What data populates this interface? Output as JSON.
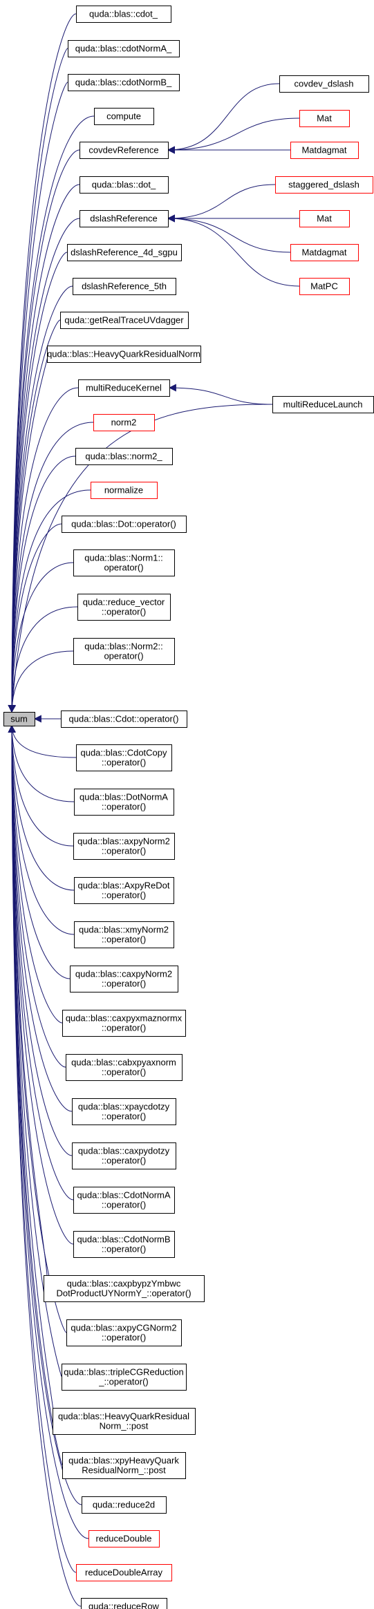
{
  "colors": {
    "edge": "#191970",
    "node_border": "#000000",
    "truncated_border": "#ff0000",
    "root_fill": "#bfbfbf",
    "node_fill": "#ffffff"
  },
  "root": {
    "id": "sum",
    "label": "sum"
  },
  "nodes": [
    {
      "id": "cdot",
      "lines": [
        "quda::blas::cdot_"
      ],
      "truncated": false
    },
    {
      "id": "cdotNormA",
      "lines": [
        "quda::blas::cdotNormA_"
      ],
      "truncated": false
    },
    {
      "id": "cdotNormB",
      "lines": [
        "quda::blas::cdotNormB_"
      ],
      "truncated": false
    },
    {
      "id": "compute",
      "lines": [
        "compute"
      ],
      "truncated": false
    },
    {
      "id": "covdevReference",
      "lines": [
        "covdevReference"
      ],
      "truncated": false
    },
    {
      "id": "dot",
      "lines": [
        "quda::blas::dot_"
      ],
      "truncated": false
    },
    {
      "id": "dslashReference",
      "lines": [
        "dslashReference"
      ],
      "truncated": false
    },
    {
      "id": "dslash4d",
      "lines": [
        "dslashReference_4d_sgpu"
      ],
      "truncated": false
    },
    {
      "id": "dslash5th",
      "lines": [
        "dslashReference_5th"
      ],
      "truncated": false
    },
    {
      "id": "getRealTrace",
      "lines": [
        "quda::getRealTraceUVdagger"
      ],
      "truncated": false
    },
    {
      "id": "hqResidualNorm",
      "lines": [
        "quda::blas::HeavyQuarkResidualNorm"
      ],
      "truncated": false
    },
    {
      "id": "multiReduceKernel",
      "lines": [
        "multiReduceKernel"
      ],
      "truncated": false
    },
    {
      "id": "norm2",
      "lines": [
        "norm2"
      ],
      "truncated": true
    },
    {
      "id": "blasNorm2",
      "lines": [
        "quda::blas::norm2_"
      ],
      "truncated": false
    },
    {
      "id": "normalize",
      "lines": [
        "normalize"
      ],
      "truncated": true
    },
    {
      "id": "dotOp",
      "lines": [
        "quda::blas::Dot::operator()"
      ],
      "truncated": false
    },
    {
      "id": "norm1Op",
      "lines": [
        "quda::blas::Norm1::",
        "operator()"
      ],
      "truncated": false
    },
    {
      "id": "reduceVectorOp",
      "lines": [
        "quda::reduce_vector",
        "::operator()"
      ],
      "truncated": false
    },
    {
      "id": "norm2Op",
      "lines": [
        "quda::blas::Norm2::",
        "operator()"
      ],
      "truncated": false
    },
    {
      "id": "cdotOp",
      "lines": [
        "quda::blas::Cdot::operator()"
      ],
      "truncated": false
    },
    {
      "id": "cdotCopyOp",
      "lines": [
        "quda::blas::CdotCopy",
        "::operator()"
      ],
      "truncated": false
    },
    {
      "id": "dotNormAOp",
      "lines": [
        "quda::blas::DotNormA",
        "::operator()"
      ],
      "truncated": false
    },
    {
      "id": "axpyNorm2Op",
      "lines": [
        "quda::blas::axpyNorm2",
        "::operator()"
      ],
      "truncated": false
    },
    {
      "id": "axpyReDotOp",
      "lines": [
        "quda::blas::AxpyReDot",
        "::operator()"
      ],
      "truncated": false
    },
    {
      "id": "xmyNorm2Op",
      "lines": [
        "quda::blas::xmyNorm2",
        "::operator()"
      ],
      "truncated": false
    },
    {
      "id": "caxpyNorm2Op",
      "lines": [
        "quda::blas::caxpyNorm2",
        "::operator()"
      ],
      "truncated": false
    },
    {
      "id": "caxpyxmaznormxOp",
      "lines": [
        "quda::blas::caxpyxmaznormx",
        "::operator()"
      ],
      "truncated": false
    },
    {
      "id": "cabxpyaxnormOp",
      "lines": [
        "quda::blas::cabxpyaxnorm",
        "::operator()"
      ],
      "truncated": false
    },
    {
      "id": "xpaycdotzyOp",
      "lines": [
        "quda::blas::xpaycdotzy",
        "::operator()"
      ],
      "truncated": false
    },
    {
      "id": "caxpydotzyOp",
      "lines": [
        "quda::blas::caxpydotzy",
        "::operator()"
      ],
      "truncated": false
    },
    {
      "id": "cdotNormAOp",
      "lines": [
        "quda::blas::CdotNormA",
        "::operator()"
      ],
      "truncated": false
    },
    {
      "id": "cdotNormBOp",
      "lines": [
        "quda::blas::CdotNormB",
        "::operator()"
      ],
      "truncated": false
    },
    {
      "id": "caxpbypzOp",
      "lines": [
        "quda::blas::caxpbypzYmbwc",
        "DotProductUYNormY_::operator()"
      ],
      "truncated": false
    },
    {
      "id": "axpyCGNorm2Op",
      "lines": [
        "quda::blas::axpyCGNorm2",
        "::operator()"
      ],
      "truncated": false
    },
    {
      "id": "tripleCGOp",
      "lines": [
        "quda::blas::tripleCGReduction",
        "_::operator()"
      ],
      "truncated": false
    },
    {
      "id": "hqrNormPost",
      "lines": [
        "quda::blas::HeavyQuarkResidual",
        "Norm_::post"
      ],
      "truncated": false
    },
    {
      "id": "xpyHqrPost",
      "lines": [
        "quda::blas::xpyHeavyQuark",
        "ResidualNorm_::post"
      ],
      "truncated": false
    },
    {
      "id": "reduce2d",
      "lines": [
        "quda::reduce2d"
      ],
      "truncated": false
    },
    {
      "id": "reduceDouble",
      "lines": [
        "reduceDouble"
      ],
      "truncated": true
    },
    {
      "id": "reduceDoubleArray",
      "lines": [
        "reduceDoubleArray"
      ],
      "truncated": true
    },
    {
      "id": "reduceRow",
      "lines": [
        "quda::reduceRow"
      ],
      "truncated": false
    },
    {
      "id": "covdev_dslash",
      "lines": [
        "covdev_dslash"
      ],
      "truncated": false
    },
    {
      "id": "covMat",
      "lines": [
        "Mat"
      ],
      "truncated": true
    },
    {
      "id": "covMatdagmat",
      "lines": [
        "Matdagmat"
      ],
      "truncated": true
    },
    {
      "id": "staggered_dslash",
      "lines": [
        "staggered_dslash"
      ],
      "truncated": true
    },
    {
      "id": "dsMat",
      "lines": [
        "Mat"
      ],
      "truncated": true
    },
    {
      "id": "dsMatdagmat",
      "lines": [
        "Matdagmat"
      ],
      "truncated": true
    },
    {
      "id": "MatPC",
      "lines": [
        "MatPC"
      ],
      "truncated": true
    },
    {
      "id": "multiReduceLaunch",
      "lines": [
        "multiReduceLaunch"
      ],
      "truncated": false
    }
  ],
  "edges": [
    {
      "from": "covdevReference",
      "to": "covdev_dslash"
    },
    {
      "from": "covdevReference",
      "to": "covMat"
    },
    {
      "from": "covdevReference",
      "to": "covMatdagmat"
    },
    {
      "from": "dslashReference",
      "to": "staggered_dslash"
    },
    {
      "from": "dslashReference",
      "to": "dsMat"
    },
    {
      "from": "dslashReference",
      "to": "dsMatdagmat"
    },
    {
      "from": "dslashReference",
      "to": "MatPC"
    },
    {
      "from": "multiReduceKernel",
      "to": "multiReduceLaunch"
    },
    {
      "from": "sum",
      "to": "multiReduceLaunch"
    }
  ]
}
